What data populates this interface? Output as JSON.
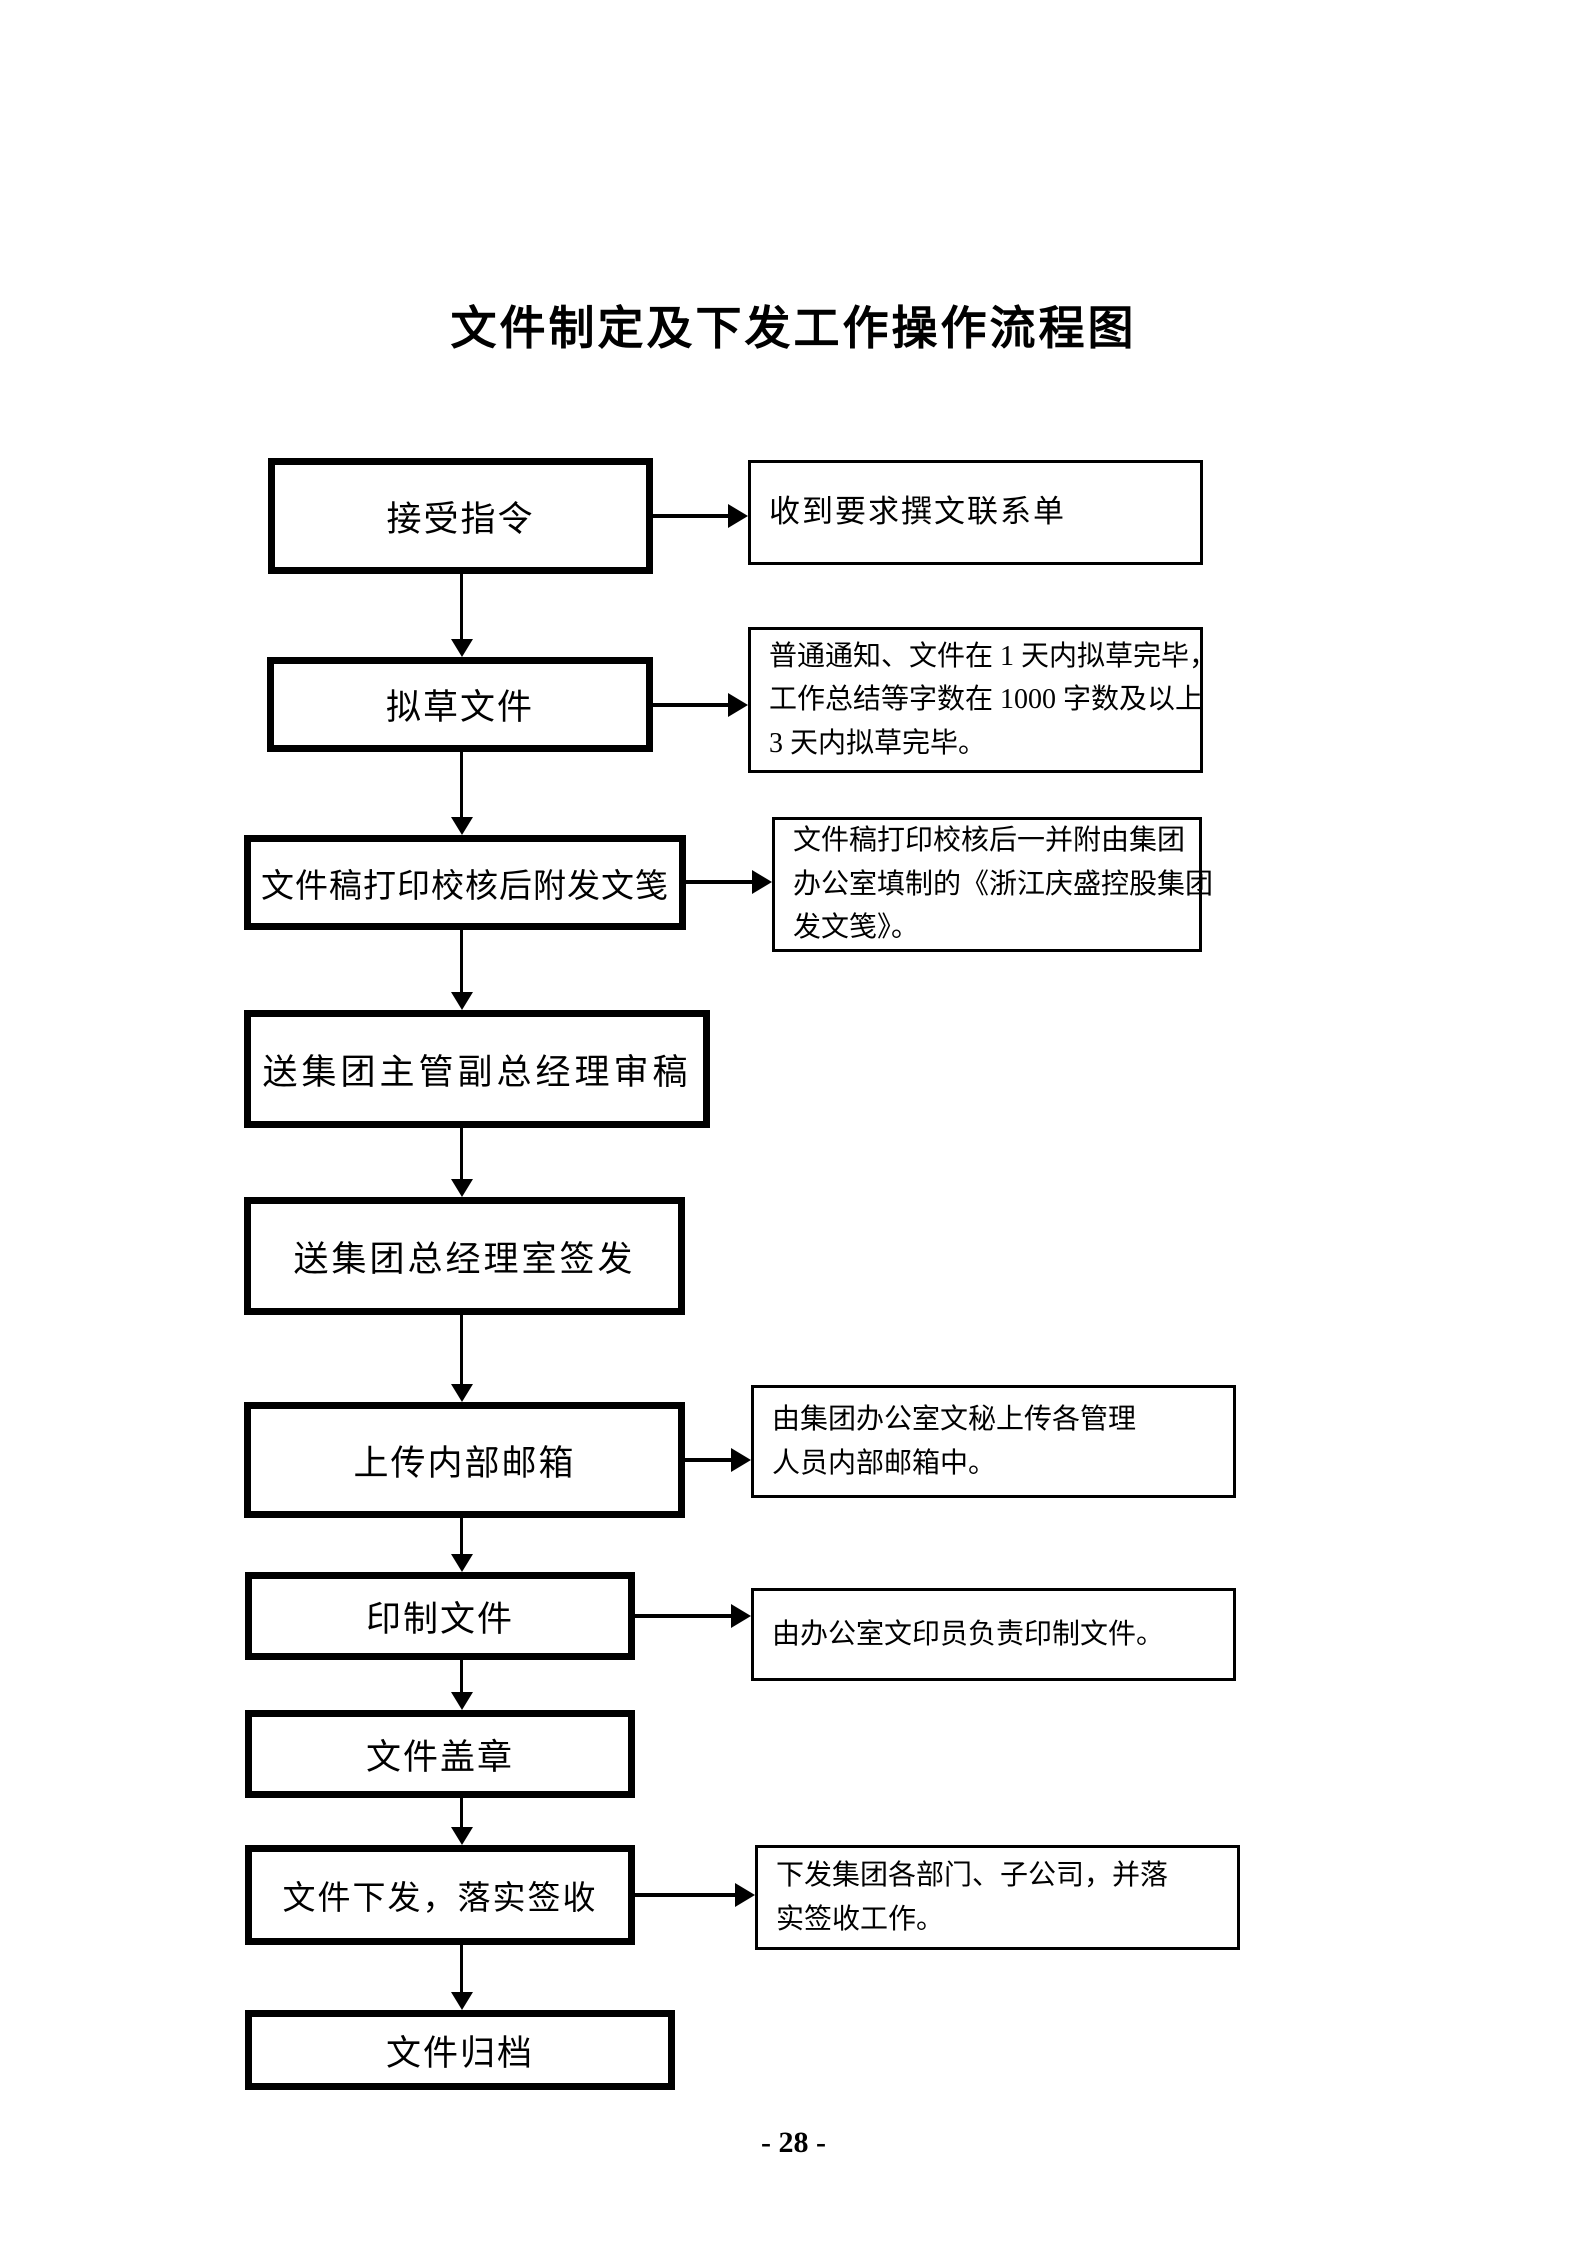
{
  "page": {
    "title": "文件制定及下发工作操作流程图",
    "page_number": "- 28 -"
  },
  "colors": {
    "ink": "#000000",
    "paper": "#ffffff"
  },
  "flow": {
    "steps": [
      {
        "id": "receive-order",
        "label": "接受指令"
      },
      {
        "id": "draft-document",
        "label": "拟草文件"
      },
      {
        "id": "print-proof-attach-memo",
        "label": "文件稿打印校核后附发文笺"
      },
      {
        "id": "deputy-gm-review",
        "label": "送集团主管副总经理审稿"
      },
      {
        "id": "gm-office-signoff",
        "label": "送集团总经理室签发"
      },
      {
        "id": "upload-internal-mail",
        "label": "上传内部邮箱"
      },
      {
        "id": "print-documents",
        "label": "印制文件"
      },
      {
        "id": "stamp-documents",
        "label": "文件盖章"
      },
      {
        "id": "distribute-sign-receipt",
        "label": "文件下发，落实签收"
      },
      {
        "id": "archive-documents",
        "label": "文件归档"
      }
    ],
    "notes": [
      {
        "for": "receive-order",
        "lines": [
          "收到要求撰文联系单"
        ]
      },
      {
        "for": "draft-document",
        "lines": [
          "普通通知、文件在 1 天内拟草完毕，",
          "工作总结等字数在 1000 字数及以上",
          "3 天内拟草完毕。"
        ]
      },
      {
        "for": "print-proof-attach-memo",
        "lines": [
          "文件稿打印校核后一并附由集团",
          "办公室填制的《浙江庆盛控股集团",
          "发文笺》。"
        ]
      },
      {
        "for": "upload-internal-mail",
        "lines": [
          "由集团办公室文秘上传各管理",
          "人员内部邮箱中。"
        ]
      },
      {
        "for": "print-documents",
        "lines": [
          "由办公室文印员负责印制文件。"
        ]
      },
      {
        "for": "distribute-sign-receipt",
        "lines": [
          "下发集团各部门、子公司，并落",
          "实签收工作。"
        ]
      }
    ]
  }
}
